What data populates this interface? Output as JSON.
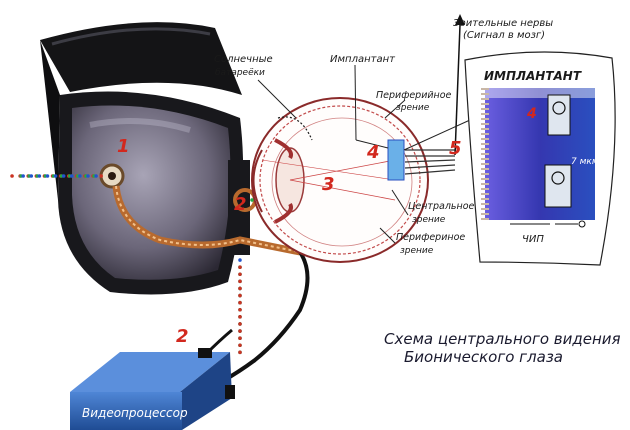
{
  "labels": {
    "optic_nerves": "Зрительные нервы",
    "signal_to_brain": "(Сигнал в мозг)",
    "solar_batteries_1": "Солнечные",
    "solar_batteries_2": "батареёки",
    "implant": "Имплантант",
    "peripheral_top_1": "Периферийное",
    "peripheral_top_2": "зрение",
    "central_1": "Центральное",
    "central_2": "зрение",
    "peripheral_bottom_1": "Перифериное",
    "peripheral_bottom_2": "зрение",
    "implant_box_title": "ИМПЛАНТАНТ",
    "chip": "ЧИП",
    "thickness": "7 мкм",
    "processor": "Видеопроцессор"
  },
  "numbers": {
    "n1": "1",
    "n2a": "2",
    "n2b": "2",
    "n3": "3",
    "n4a": "4",
    "n4b": "4",
    "n5": "5"
  },
  "title": {
    "line1": "Схема центрального видения",
    "line2": "Бионического глаза"
  },
  "colors": {
    "accent_numbers": "#d2281e",
    "processor_box": "#2f5fb0",
    "cable": "#b86a2e",
    "implant_panel": "#3a43b5"
  }
}
